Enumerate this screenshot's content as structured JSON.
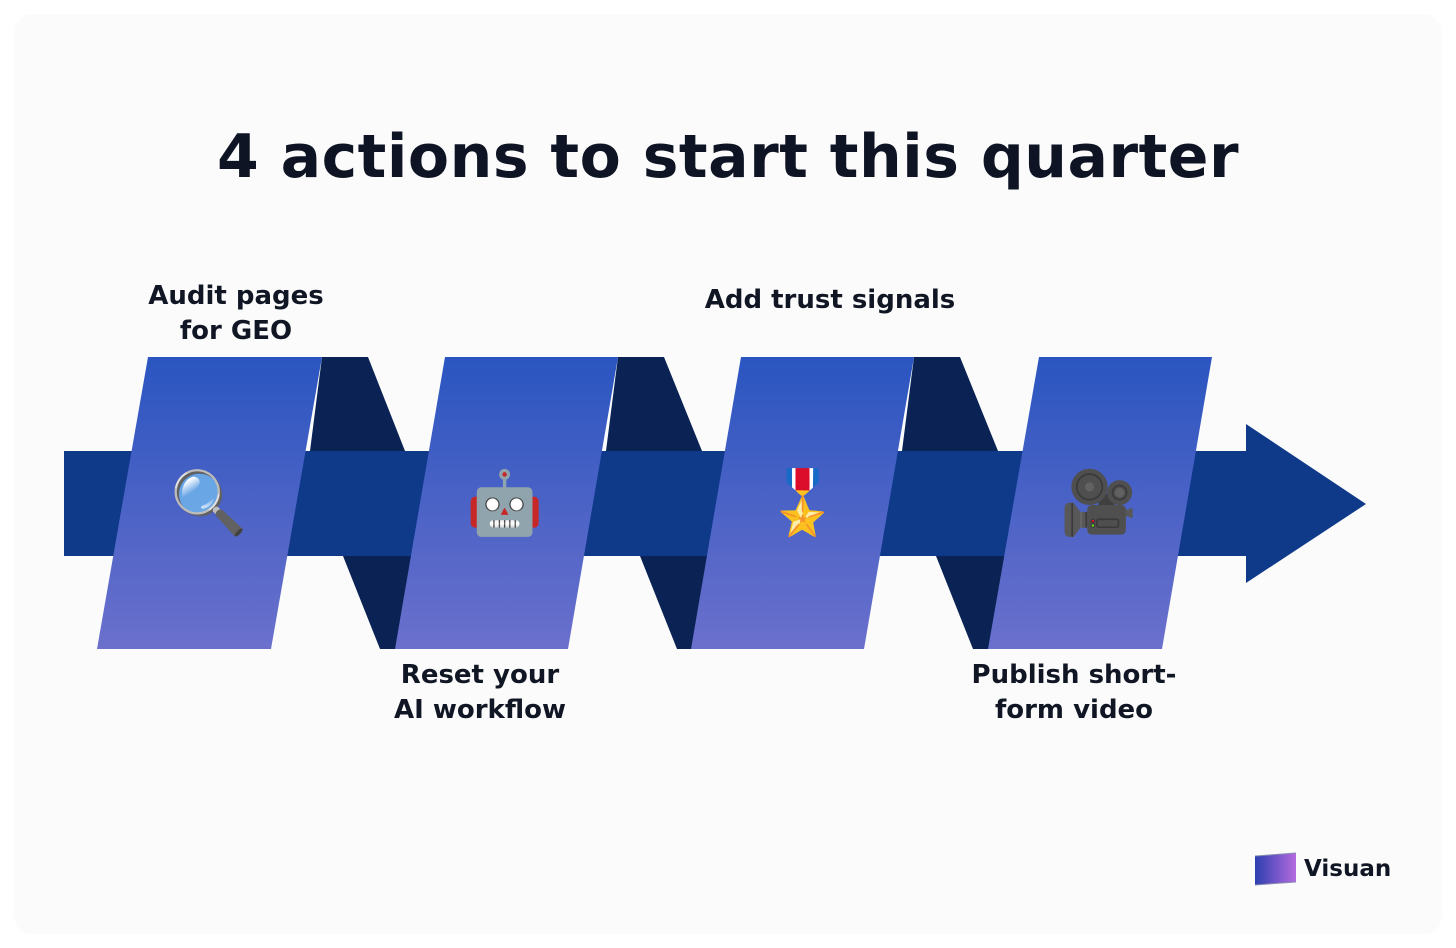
{
  "title": "4 actions to start this quarter",
  "colors": {
    "arrow": "#0f3a8a",
    "shadow": "#0a2354",
    "panel_top": "#2a55c0",
    "panel_bottom": "#6b70cc",
    "text": "#111624"
  },
  "steps": [
    {
      "label": "Audit pages\nfor GEO",
      "icon": "magnifying-glass-icon",
      "glyph": "🔍"
    },
    {
      "label": "Reset your\nAI workflow",
      "icon": "robot-icon",
      "glyph": "🤖"
    },
    {
      "label": "Add trust signals",
      "icon": "medal-icon",
      "glyph": "🎖️"
    },
    {
      "label": "Publish short-\nform video",
      "icon": "movie-camera-icon",
      "glyph": "🎥"
    }
  ],
  "brand": {
    "name": "Visuan"
  }
}
